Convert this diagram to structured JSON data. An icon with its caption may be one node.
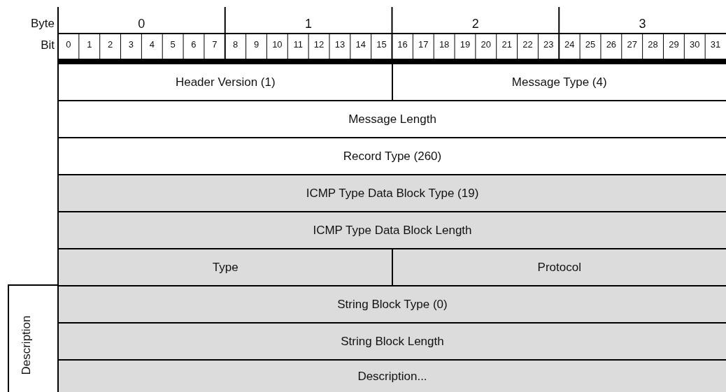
{
  "diagram": {
    "nodes": [
      {
        "text": [
          "Header Version (1)"
        ]
      },
      {
        "text": [
          "Message Type (4)"
        ]
      },
      {
        "text": [
          "Message Length"
        ]
      },
      {
        "text": [
          "Record Type (260)"
        ]
      },
      {
        "text": [
          "ICMP Type Data Block Type (19)"
        ]
      },
      {
        "text": [
          "ICMP Type Data Block Length"
        ]
      },
      {
        "text": [
          "Type"
        ]
      },
      {
        "text": [
          "Protocol"
        ]
      },
      {
        "text": [
          "String Block Type (0)"
        ]
      },
      {
        "text": [
          "String Block Length"
        ]
      },
      {
        "text": [
          "Description..."
        ]
      }
    ],
    "edges": [],
    "labels": [
      "Byte",
      "0",
      "1",
      "2",
      "3",
      "Bit",
      "0",
      "1",
      "2",
      "3",
      "4",
      "5",
      "6",
      "7",
      "8",
      "9",
      "10",
      "11",
      "12",
      "13",
      "14",
      "15",
      "16",
      "17",
      "18",
      "19",
      "20",
      "21",
      "22",
      "23",
      "24",
      "25",
      "26",
      "27",
      "28",
      "29",
      "30",
      "31",
      "Description"
    ]
  }
}
